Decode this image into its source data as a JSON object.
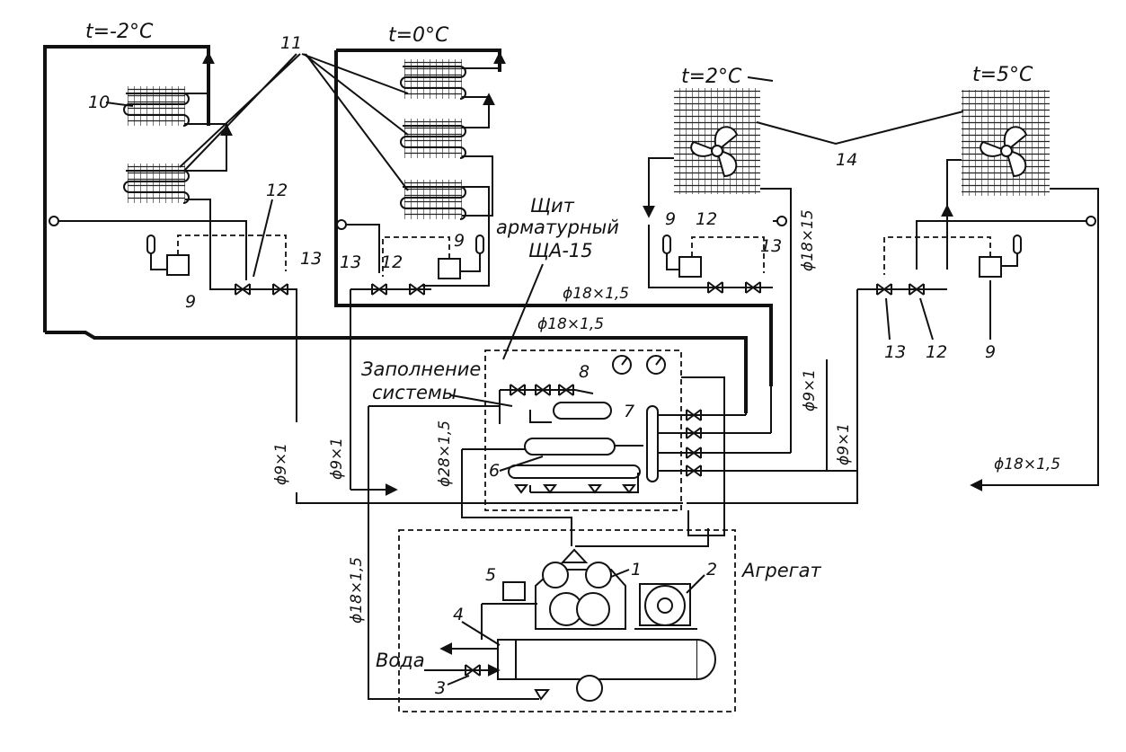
{
  "temperatures": {
    "chamber1": "t=-2°C",
    "chamber2": "t=0°C",
    "chamber3": "t=2°C",
    "chamber4": "t=5°C"
  },
  "labels": {
    "panel_title_line1": "Щит",
    "panel_title_line2": "арматурный",
    "panel_title_line3": "ЩА-15",
    "fill_line1": "Заполнение",
    "fill_line2": "системы",
    "unit": "Агрегат",
    "water": "Вода"
  },
  "pipes": {
    "p18_top1": "ϕ18×1,5",
    "p18_top2": "ϕ18×1,5",
    "p18_vert": "ϕ18×15",
    "p9_right": "ϕ9×1",
    "p9_right2": "ϕ9×1",
    "p18_right": "ϕ18×1,5",
    "p9_left": "ϕ9×1",
    "p9_left2": "ϕ9×1",
    "p28": "ϕ28×1,5",
    "p18_left": "ϕ18×1,5"
  },
  "numbers": {
    "n1": "1",
    "n2": "2",
    "n3": "3",
    "n4": "4",
    "n5": "5",
    "n6": "6",
    "n7": "7",
    "n8": "8",
    "n9a": "9",
    "n9b": "9",
    "n9c": "9",
    "n9d": "9",
    "n10": "10",
    "n11": "11",
    "n12a": "12",
    "n12b": "12",
    "n12c": "12",
    "n12d": "12",
    "n13a": "13",
    "n13b": "13",
    "n13c": "13",
    "n13d": "13",
    "n14": "14"
  }
}
